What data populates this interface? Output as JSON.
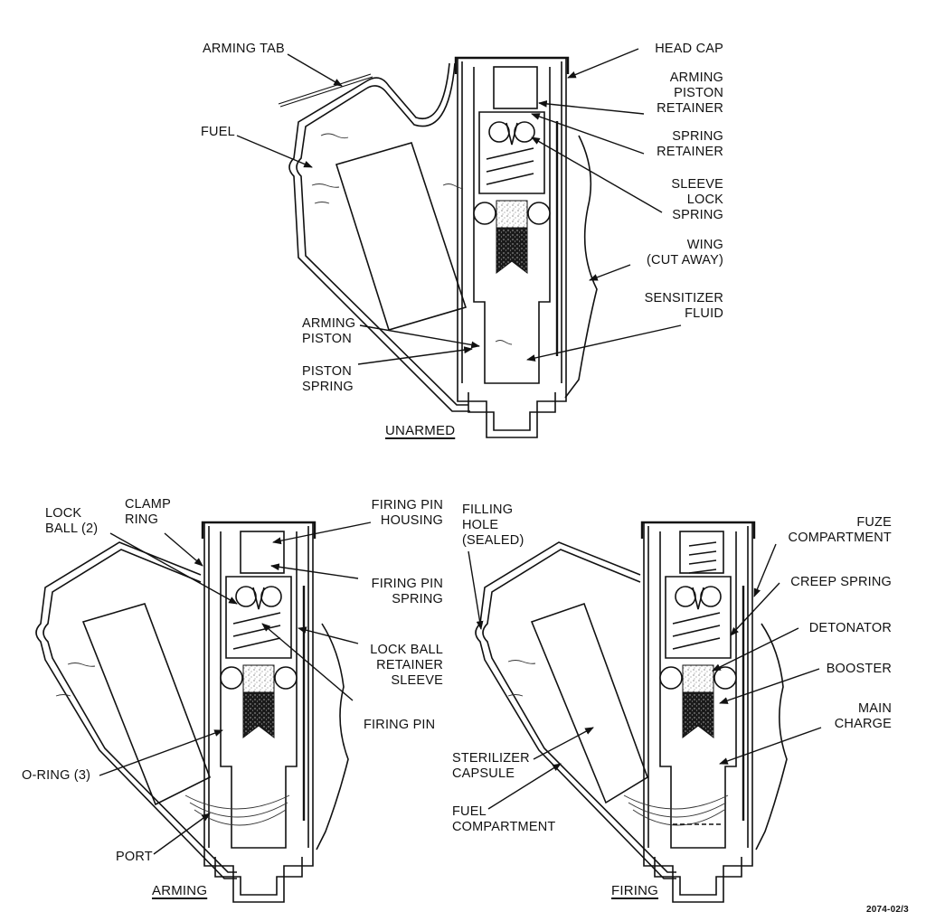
{
  "figure_ref": "2074-02/3",
  "colors": {
    "ink": "#111111",
    "paper": "#ffffff"
  },
  "panels": [
    {
      "id": "unarmed",
      "title": "UNARMED",
      "labels": [
        {
          "key": "arming_tab",
          "text": "ARMING TAB"
        },
        {
          "key": "fuel",
          "text": "FUEL"
        },
        {
          "key": "head_cap",
          "text": "HEAD CAP"
        },
        {
          "key": "arming_piston_retainer",
          "text": "ARMING\nPISTON\nRETAINER"
        },
        {
          "key": "spring_retainer",
          "text": "SPRING\nRETAINER"
        },
        {
          "key": "sleeve_lock_spring",
          "text": "SLEEVE\nLOCK\nSPRING"
        },
        {
          "key": "wing",
          "text": "WING\n(CUT AWAY)"
        },
        {
          "key": "sensitizer_fluid",
          "text": "SENSITIZER\nFLUID"
        },
        {
          "key": "arming_piston",
          "text": "ARMING\nPISTON"
        },
        {
          "key": "piston_spring",
          "text": "PISTON\nSPRING"
        }
      ]
    },
    {
      "id": "arming",
      "title": "ARMING",
      "labels": [
        {
          "key": "lock_ball",
          "text": "LOCK\nBALL (2)"
        },
        {
          "key": "clamp_ring",
          "text": "CLAMP\nRING"
        },
        {
          "key": "firing_pin_housing",
          "text": "FIRING PIN\nHOUSING"
        },
        {
          "key": "firing_pin_spring",
          "text": "FIRING PIN\nSPRING"
        },
        {
          "key": "lock_ball_retainer_sleeve",
          "text": "LOCK BALL\nRETAINER\nSLEEVE"
        },
        {
          "key": "firing_pin",
          "text": "FIRING PIN"
        },
        {
          "key": "o_ring",
          "text": "O-RING (3)"
        },
        {
          "key": "port",
          "text": "PORT"
        }
      ]
    },
    {
      "id": "firing",
      "title": "FIRING",
      "labels": [
        {
          "key": "filling_hole",
          "text": "FILLING\nHOLE\n(SEALED)"
        },
        {
          "key": "fuze_compartment",
          "text": "FUZE\nCOMPARTMENT"
        },
        {
          "key": "creep_spring",
          "text": "CREEP SPRING"
        },
        {
          "key": "detonator",
          "text": "DETONATOR"
        },
        {
          "key": "booster",
          "text": "BOOSTER"
        },
        {
          "key": "main_charge",
          "text": "MAIN\nCHARGE"
        },
        {
          "key": "sterilizer_capsule",
          "text": "STERILIZER\nCAPSULE"
        },
        {
          "key": "fuel_compartment",
          "text": "FUEL\nCOMPARTMENT"
        }
      ]
    }
  ]
}
